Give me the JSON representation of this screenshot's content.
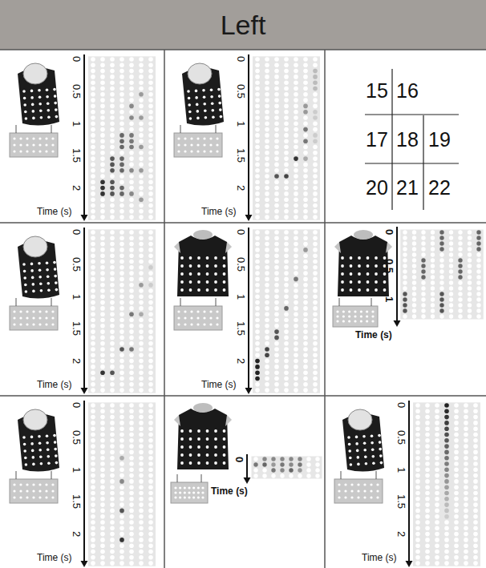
{
  "diagram": {
    "title": "Left",
    "labels": [
      "0",
      "0.5",
      "1",
      "1.5",
      "2",
      "Time (s)",
      "0",
      "0.5",
      "1",
      "1.5",
      "2",
      "Time (s)",
      "15",
      "16",
      "17",
      "18",
      "19",
      "20",
      "21",
      "22",
      "0",
      "0.5",
      "1",
      "1.5",
      "2",
      "Time (s)",
      "0",
      "0.5",
      "1",
      "1.5",
      "2",
      "Time (s)",
      "0",
      "0.5",
      "1",
      "Time (s)",
      "0",
      "0.5",
      "1",
      "1.5",
      "2",
      "Time (s)",
      "0",
      "Time (s)",
      "0",
      "0.5",
      "1",
      "1.5",
      "2",
      "Time (s)"
    ]
  }
}
